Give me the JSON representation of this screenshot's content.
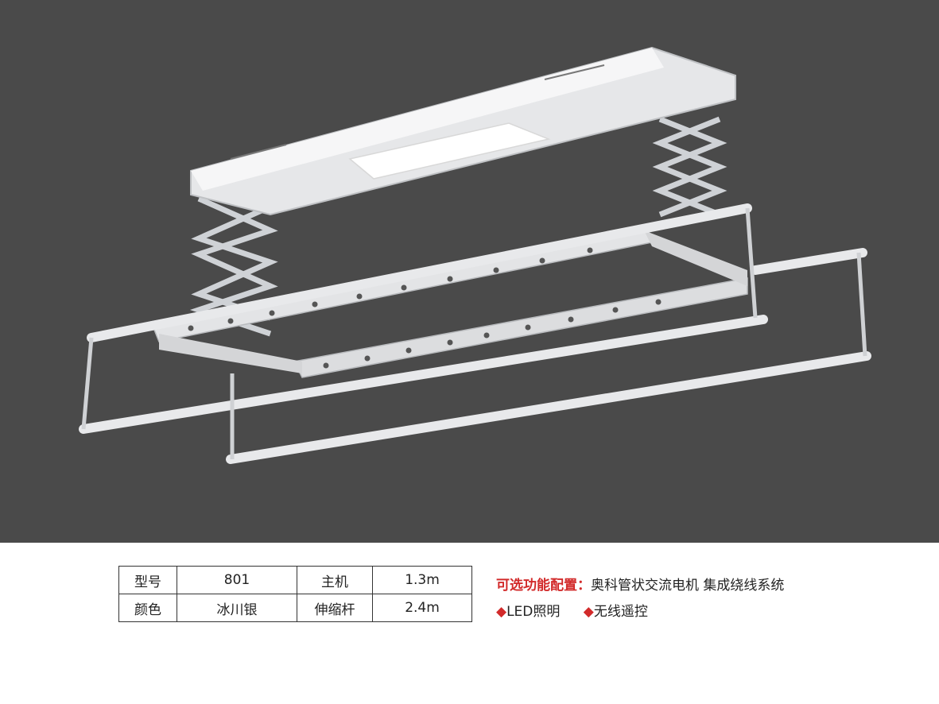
{
  "spec_table": {
    "rows": [
      [
        "型号",
        "801",
        "主机",
        "1.3m"
      ],
      [
        "颜色",
        "冰川银",
        "伸缩杆",
        "2.4m"
      ]
    ]
  },
  "options": {
    "title": "可选功能配置：",
    "main_features": "奥科管状交流电机  集成绕线系统",
    "bullet": "◆",
    "features": [
      "LED照明",
      "无线遥控"
    ]
  },
  "colors": {
    "background_photo": "#4a4a4a",
    "accent_red": "#d22a2a"
  }
}
